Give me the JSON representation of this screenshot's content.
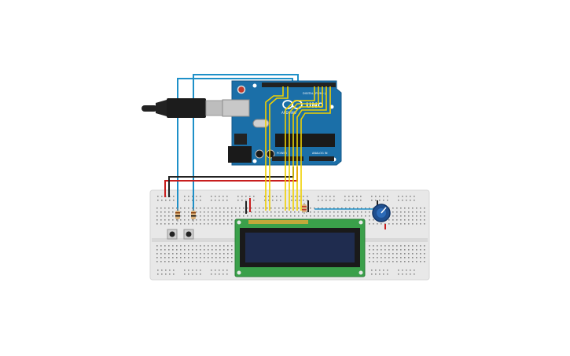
{
  "circuit": {
    "arduino": {
      "brand_label": "ARDUINO",
      "model_label": "UNO",
      "digital_label": "DIGITAL (PWM~)",
      "analog_label": "ANALOG IN",
      "power_label": "POWER",
      "board_color": "#1b6fa8",
      "header_color": "#222222"
    },
    "usb_cable": {
      "color": "#222222"
    },
    "breadboard": {
      "color": "#e8e8e8",
      "hole_color": "#8a8a8a"
    },
    "lcd": {
      "pcb_color": "#3aa04a",
      "screen_color": "#1f2c4f",
      "header_color": "#c2a83a"
    },
    "potentiometer": {
      "color": "#1f4f8f"
    },
    "wires": {
      "signal_color": "#f0d000",
      "button_wire_color": "#1e90c8",
      "power_wire_color": "#c81e1e",
      "ground_wire_color": "#222222"
    },
    "pushbuttons": {
      "count": 2
    },
    "resistors": {
      "count": 3
    }
  }
}
